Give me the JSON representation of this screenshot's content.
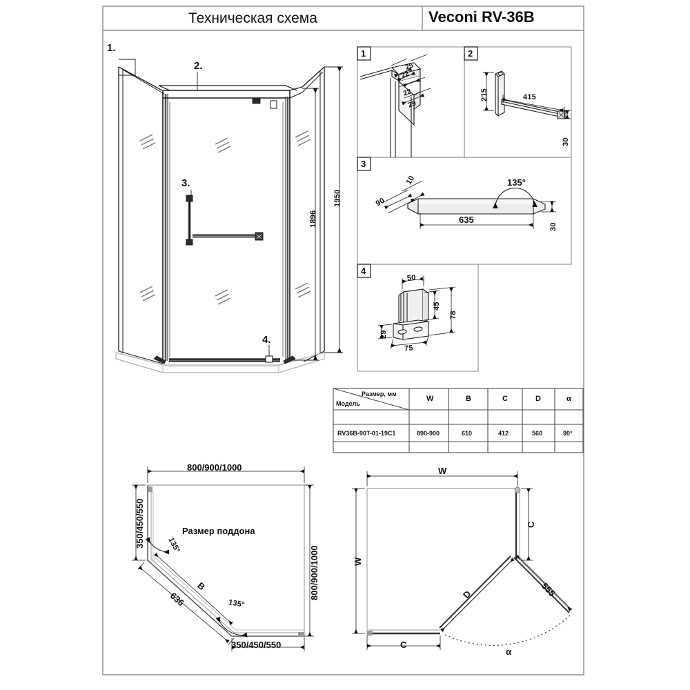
{
  "header": {
    "title": "Техническая схема",
    "model": "Veconi RV-36B"
  },
  "main_view": {
    "callouts": [
      "1.",
      "2.",
      "3.",
      "4."
    ],
    "dimensions": {
      "total_height": "1950",
      "glass_height": "1896"
    }
  },
  "detail_panels": [
    {
      "number": "1",
      "dims": [
        "25",
        "22",
        "22",
        "29"
      ]
    },
    {
      "number": "2",
      "dims": [
        "215",
        "415",
        "30"
      ]
    },
    {
      "number": "3",
      "dims": [
        "10",
        "90",
        "635",
        "135°",
        "30"
      ]
    },
    {
      "number": "4",
      "dims": [
        "50",
        "45",
        "78",
        "29",
        "75"
      ]
    }
  ],
  "spec_table": {
    "corner_size": "Размер, мм",
    "corner_model": "Модель",
    "columns": [
      "W",
      "B",
      "C",
      "D",
      "α"
    ],
    "rows": [
      {
        "model": "",
        "values": [
          "",
          "",
          "",
          "",
          ""
        ]
      },
      {
        "model": "RV36B-90T-01-19C1",
        "values": [
          "890-900",
          "610",
          "412",
          "560",
          "90°"
        ]
      },
      {
        "model": "",
        "values": [
          "",
          "",
          "",
          "",
          ""
        ]
      }
    ]
  },
  "plan_left": {
    "note": "Размер поддона",
    "top_dim": "800/900/1000",
    "right_dim": "800/900/1000",
    "left_dim": "350/450/550",
    "bottom_dim": "350/450/550",
    "angle_top": "135°",
    "angle_bottom": "135°",
    "side_label": "B",
    "side_dim": "636"
  },
  "plan_right": {
    "top_dim": "W",
    "left_dim": "W",
    "right_dim": "C",
    "bottom_dim": "C",
    "door_label": "D",
    "arc_dim": "555",
    "angle_label": "α"
  },
  "colors": {
    "line": "#1a1a1a",
    "frame": "#808080",
    "glass": "#9a9a9a"
  }
}
